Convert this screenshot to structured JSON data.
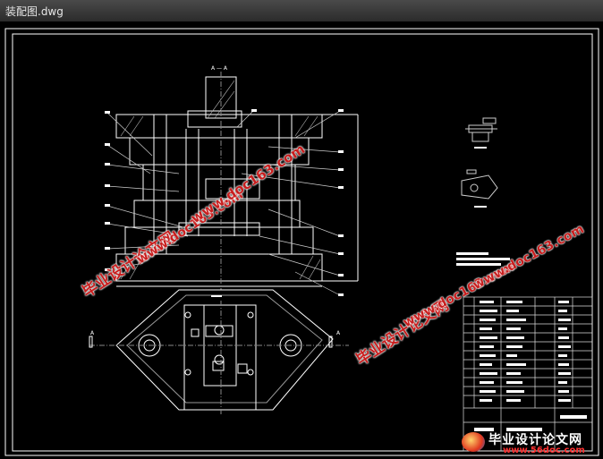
{
  "window": {
    "title": "装配图.dwg"
  },
  "drawing": {
    "section_label": "A — A",
    "section_marker_left": "A",
    "section_marker_right": "A"
  },
  "watermarks": {
    "cn_text": "毕业设计论文网",
    "url_text": "www.doc163.com"
  },
  "brand": {
    "name": "毕业设计论文网",
    "url": "www.56doc.com"
  },
  "colors": {
    "background": "#000000",
    "lines": "#ffffff",
    "watermark": "#c81e1e"
  }
}
